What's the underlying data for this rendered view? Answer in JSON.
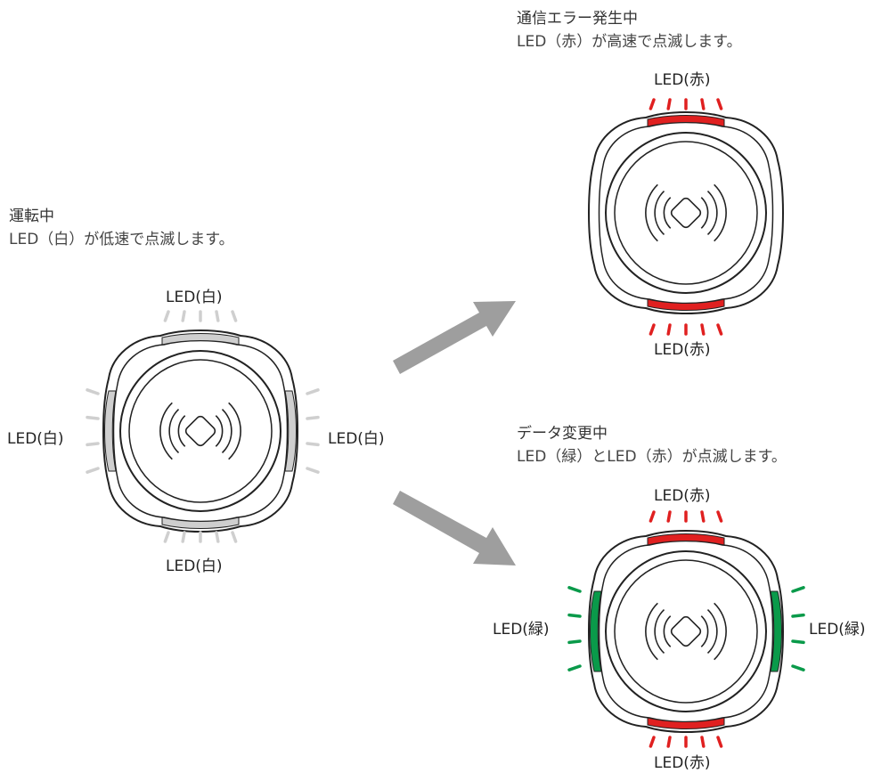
{
  "colors": {
    "white_led": "#cfcfcf",
    "red_led": "#e02020",
    "green_led": "#0a9a4a",
    "arrow": "#9e9e9e",
    "outline": "#222222"
  },
  "icons": {
    "device": "nfc-reader-icon",
    "arrow": "transition-arrow"
  },
  "running": {
    "title": "運転中",
    "desc": "LED（白）が低速で点滅します。",
    "led_top": "LED(白)",
    "led_bottom": "LED(白)",
    "led_left": "LED(白)",
    "led_right": "LED(白)"
  },
  "comm_error": {
    "title": "通信エラー発生中",
    "desc": "LED（赤）が高速で点滅します。",
    "led_top": "LED(赤)",
    "led_bottom": "LED(赤)"
  },
  "data_change": {
    "title": "データ変更中",
    "desc": "LED（緑）とLED（赤）が点滅します。",
    "led_top": "LED(赤)",
    "led_bottom": "LED(赤)",
    "led_left": "LED(緑)",
    "led_right": "LED(緑)"
  }
}
